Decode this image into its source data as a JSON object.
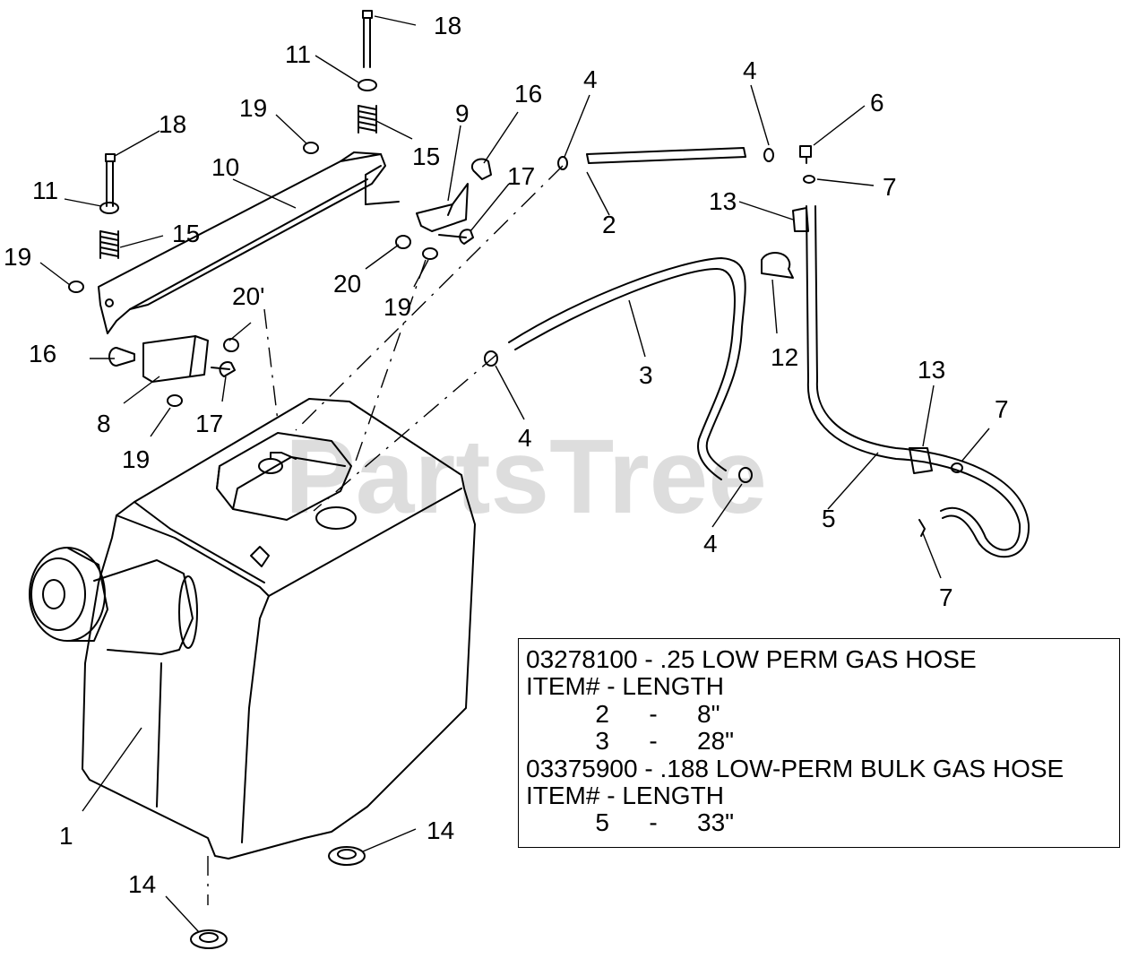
{
  "watermark": "PartsTree",
  "callouts": [
    {
      "id": "c1",
      "label": "1"
    },
    {
      "id": "c2",
      "label": "2"
    },
    {
      "id": "c3",
      "label": "3"
    },
    {
      "id": "c4a",
      "label": "4"
    },
    {
      "id": "c4b",
      "label": "4"
    },
    {
      "id": "c4c",
      "label": "4"
    },
    {
      "id": "c4d",
      "label": "4"
    },
    {
      "id": "c5",
      "label": "5"
    },
    {
      "id": "c6",
      "label": "6"
    },
    {
      "id": "c7a",
      "label": "7"
    },
    {
      "id": "c7b",
      "label": "7"
    },
    {
      "id": "c7c",
      "label": "7"
    },
    {
      "id": "c8",
      "label": "8"
    },
    {
      "id": "c9",
      "label": "9"
    },
    {
      "id": "c10",
      "label": "10"
    },
    {
      "id": "c11a",
      "label": "11"
    },
    {
      "id": "c11b",
      "label": "11"
    },
    {
      "id": "c12",
      "label": "12"
    },
    {
      "id": "c13a",
      "label": "13"
    },
    {
      "id": "c13b",
      "label": "13"
    },
    {
      "id": "c14a",
      "label": "14"
    },
    {
      "id": "c14b",
      "label": "14"
    },
    {
      "id": "c15a",
      "label": "15"
    },
    {
      "id": "c15b",
      "label": "15"
    },
    {
      "id": "c16a",
      "label": "16"
    },
    {
      "id": "c16b",
      "label": "16"
    },
    {
      "id": "c17a",
      "label": "17"
    },
    {
      "id": "c17b",
      "label": "17"
    },
    {
      "id": "c18a",
      "label": "18"
    },
    {
      "id": "c18b",
      "label": "18"
    },
    {
      "id": "c19a",
      "label": "19"
    },
    {
      "id": "c19b",
      "label": "19"
    },
    {
      "id": "c19c",
      "label": "19"
    },
    {
      "id": "c19d",
      "label": "19"
    },
    {
      "id": "c20a",
      "label": "20"
    },
    {
      "id": "c20b",
      "label": "20'"
    }
  ],
  "spec_table": {
    "group1_header": "03278100 - .25 LOW PERM GAS HOSE",
    "group1_colheader": "ITEM# - LENGTH",
    "group1_rows": [
      {
        "item": "2",
        "sep": "-",
        "length": "8\""
      },
      {
        "item": "3",
        "sep": "-",
        "length": "28\""
      }
    ],
    "group2_header": "03375900 - .188 LOW-PERM BULK GAS HOSE",
    "group2_colheader": "ITEM# - LENGTH",
    "group2_rows": [
      {
        "item": "5",
        "sep": "-",
        "length": "33\""
      }
    ]
  }
}
